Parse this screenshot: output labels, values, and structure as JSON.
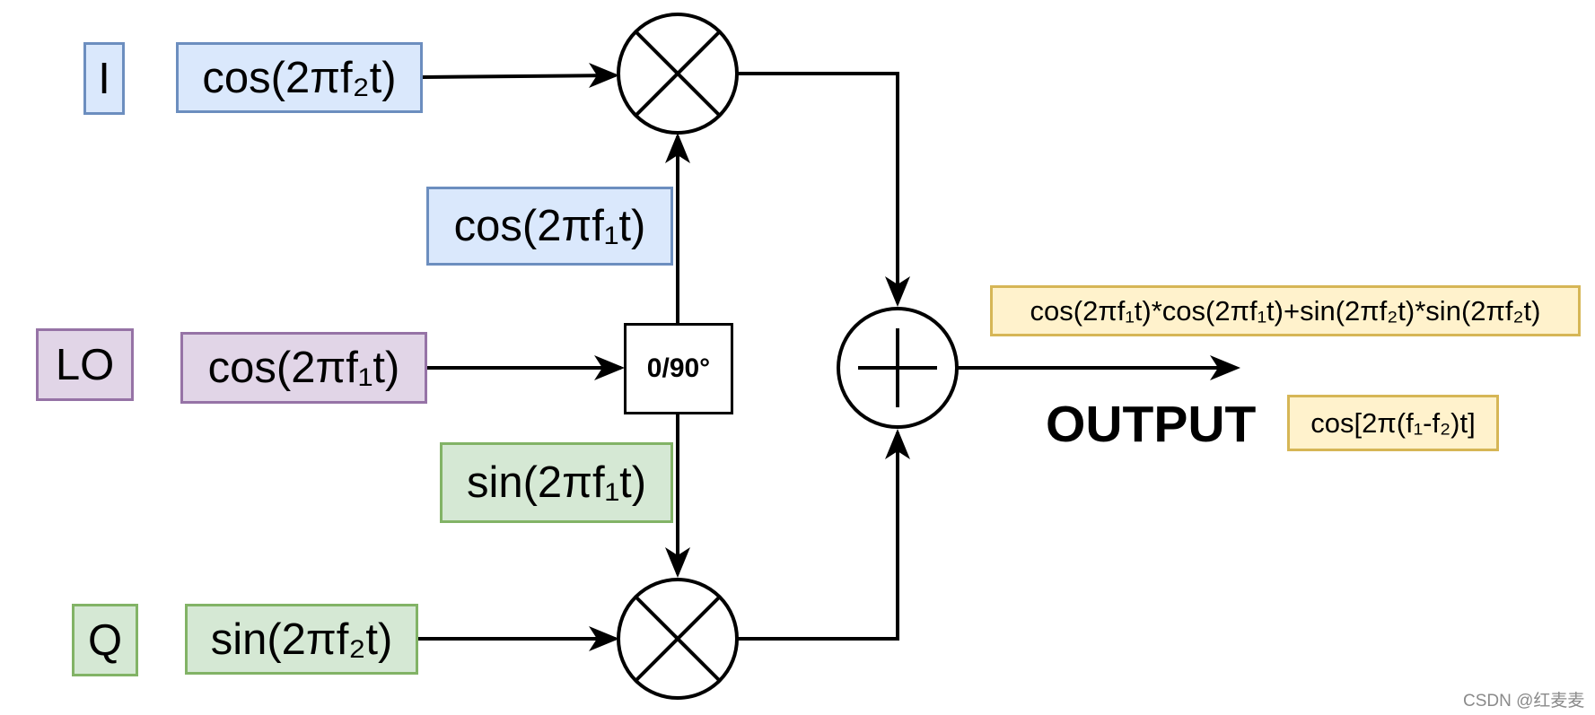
{
  "labels": {
    "i": "I",
    "lo": "LO",
    "q": "Q"
  },
  "signals": {
    "i_carrier": "cos(2πf₂t)",
    "lo_carrier": "cos(2πf₁t)",
    "q_carrier": "sin(2πf₂t)",
    "lo_cos_branch": "cos(2πf₁t)",
    "lo_sin_branch": "sin(2πf₁t)"
  },
  "phase_shifter": "0/90°",
  "output": {
    "label": "OUTPUT",
    "expression": "cos(2πf₁t)*cos(2πf₁t)+sin(2πf₂t)*sin(2πf₂t)",
    "result": "cos[2π(f₁-f₂)t]"
  },
  "watermark": "CSDN @红麦麦",
  "colors": {
    "blue_fill": "#dae8fc",
    "blue_border": "#6c8ebf",
    "purple_fill": "#e1d5e7",
    "purple_border": "#9673a6",
    "green_fill": "#d5e8d4",
    "green_border": "#82b366",
    "yellow_fill": "#fff2cc",
    "yellow_border": "#d6b656"
  }
}
